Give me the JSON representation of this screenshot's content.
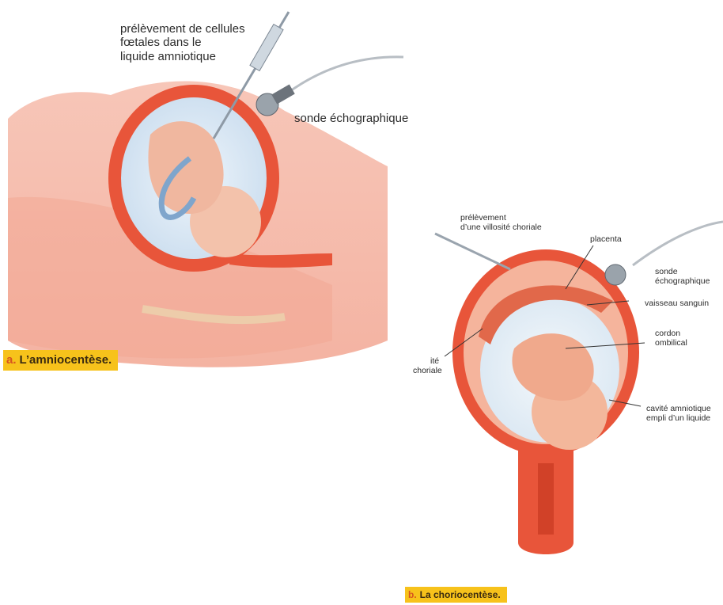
{
  "panel_a": {
    "labels": {
      "sample_line1": "prélèvement de cellules",
      "sample_line2": "fœtales dans le",
      "sample_line3": "liquide amniotique",
      "probe": "sonde échographique"
    },
    "caption": {
      "letter": "a.",
      "text": "L’amniocentèse."
    }
  },
  "panel_b": {
    "labels": {
      "sample_line1": "prélèvement",
      "sample_line2": "d’une villosité choriale",
      "placenta": "placenta",
      "probe_line1": "sonde",
      "probe_line2": "échographique",
      "vessel": "vaisseau sanguin",
      "cord_line1": "cordon",
      "cord_line2": "ombilical",
      "chorion_line1": "ité",
      "chorion_line2": "choriale",
      "cavity_line1": "cavité amniotique",
      "cavity_line2": "empli d’un liquide"
    },
    "caption": {
      "letter": "b.",
      "text": "La choriocentèse."
    }
  },
  "colors": {
    "tissue": "#f2a08a",
    "uterus_wall": "#e8553a",
    "fluid": "#dce9f5",
    "caption_bg": "#f7c21b"
  }
}
